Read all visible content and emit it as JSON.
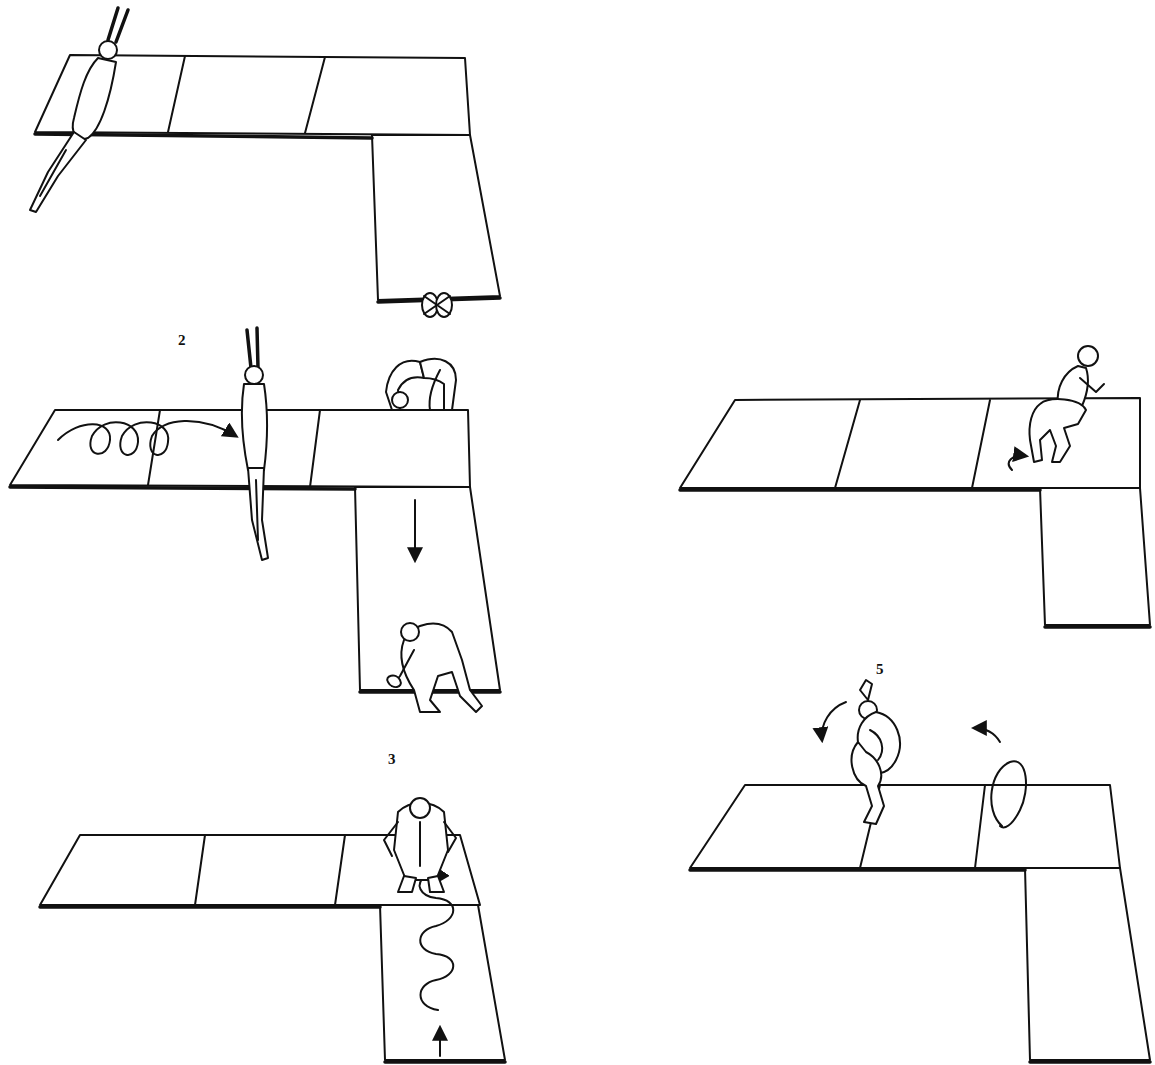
{
  "diagram": {
    "labels": [
      "2",
      "3",
      "5"
    ]
  }
}
